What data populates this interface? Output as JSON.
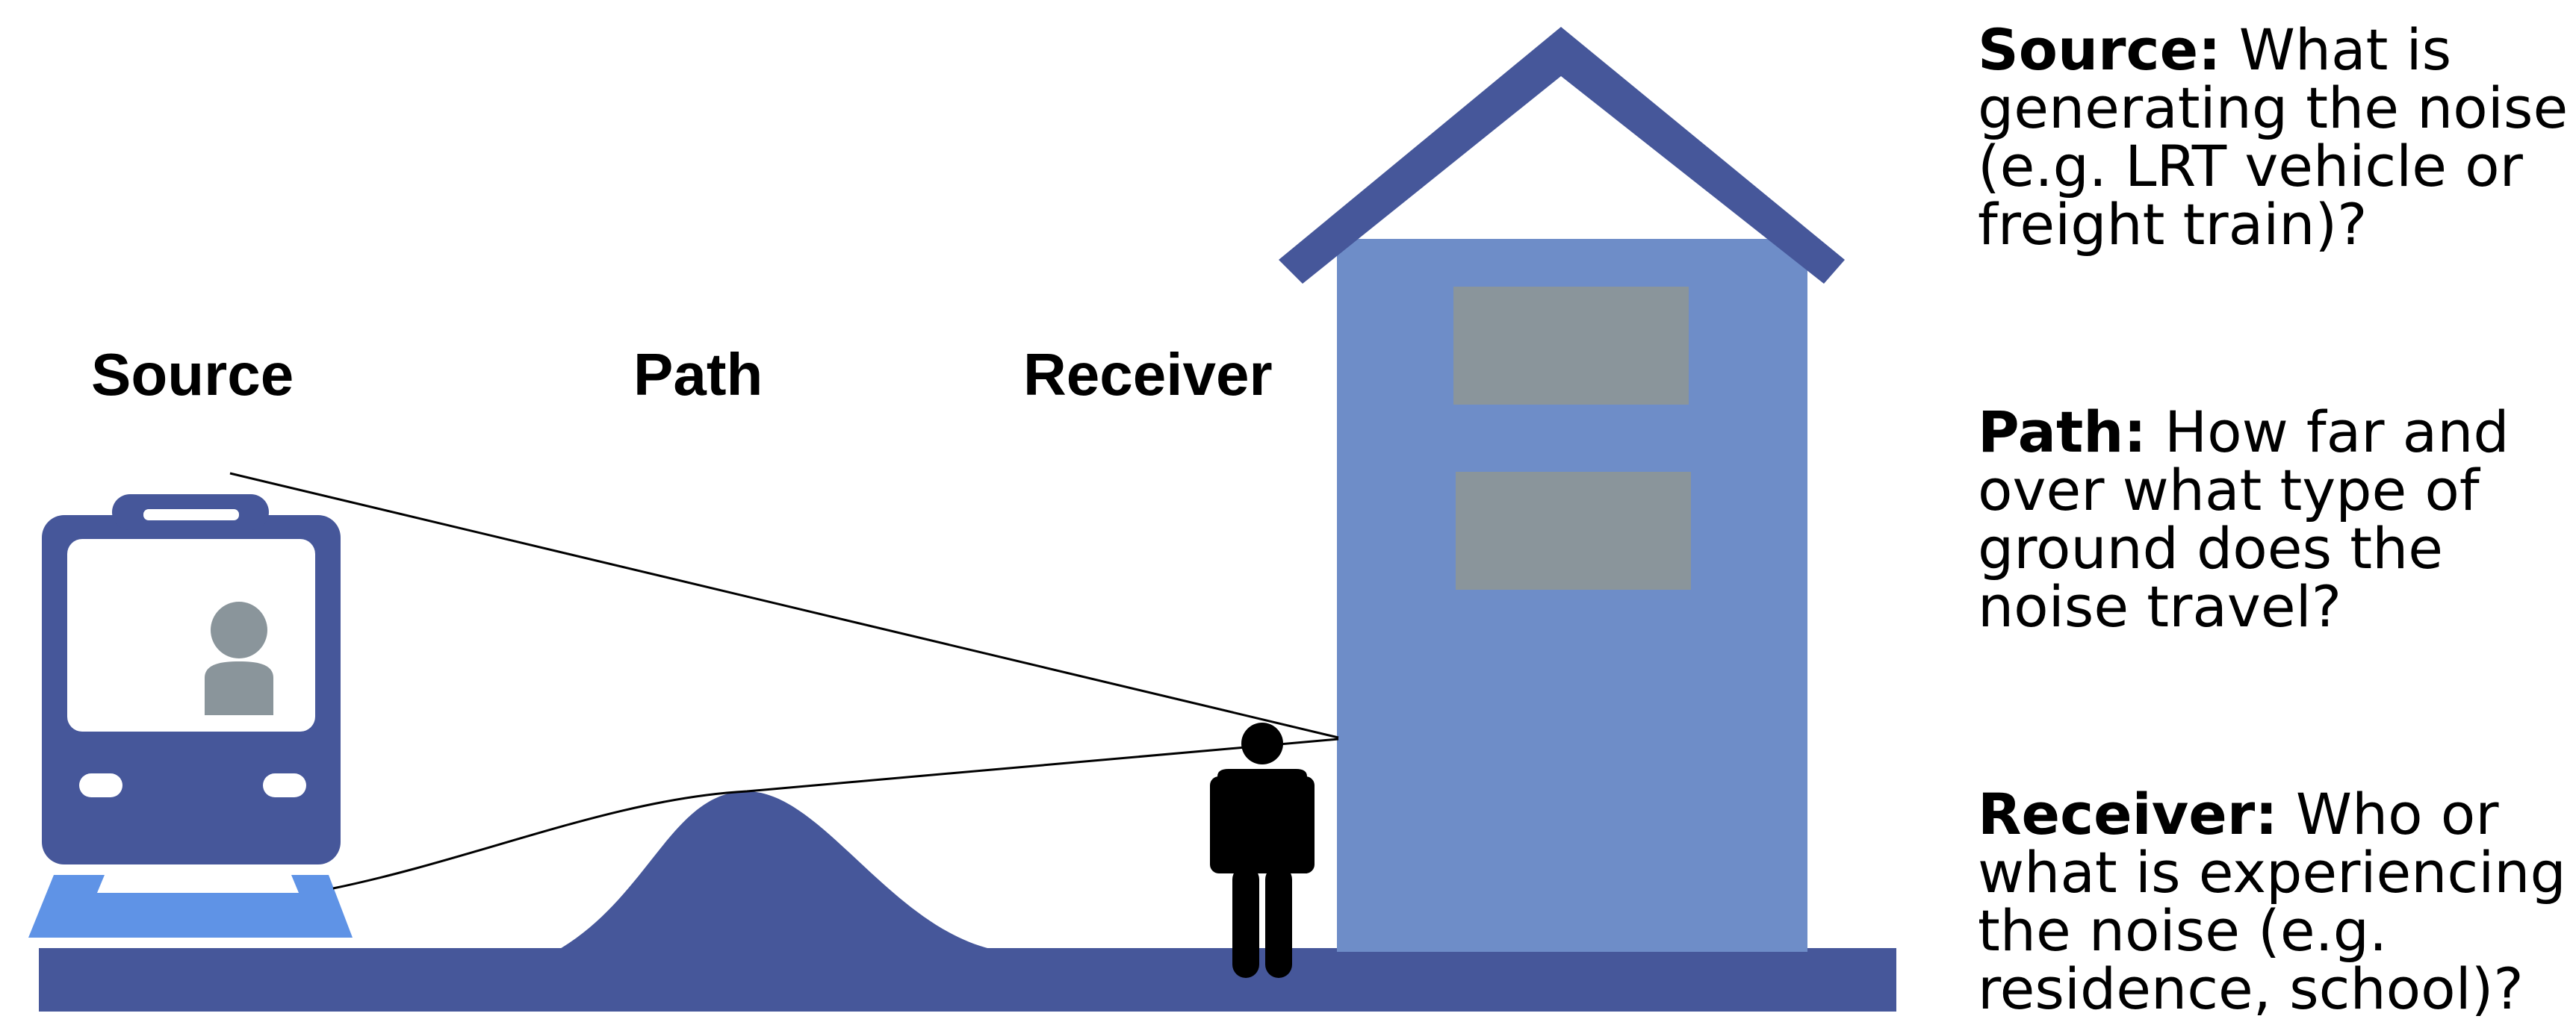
{
  "labels": {
    "source": "Source",
    "path": "Path",
    "receiver": "Receiver"
  },
  "descriptions": [
    {
      "term": "Source:",
      "text": " What is generating the noise (e.g. LRT vehicle or freight train)?"
    },
    {
      "term": "Path:",
      "text": " How far and over what type of ground does the noise travel?"
    },
    {
      "term": "Receiver:",
      "text": " Who or what is experiencing the noise (e.g. residence, school)?"
    }
  ],
  "icons": [
    "train-icon",
    "passenger-icon",
    "track-icon",
    "hill-icon",
    "person-icon",
    "house-icon"
  ],
  "colors": {
    "dark_blue": "#46579a",
    "light_blue": "#6e8dc8",
    "rail_blue": "#5f93e6",
    "window_gray": "#8a959b",
    "person": "#000000"
  }
}
